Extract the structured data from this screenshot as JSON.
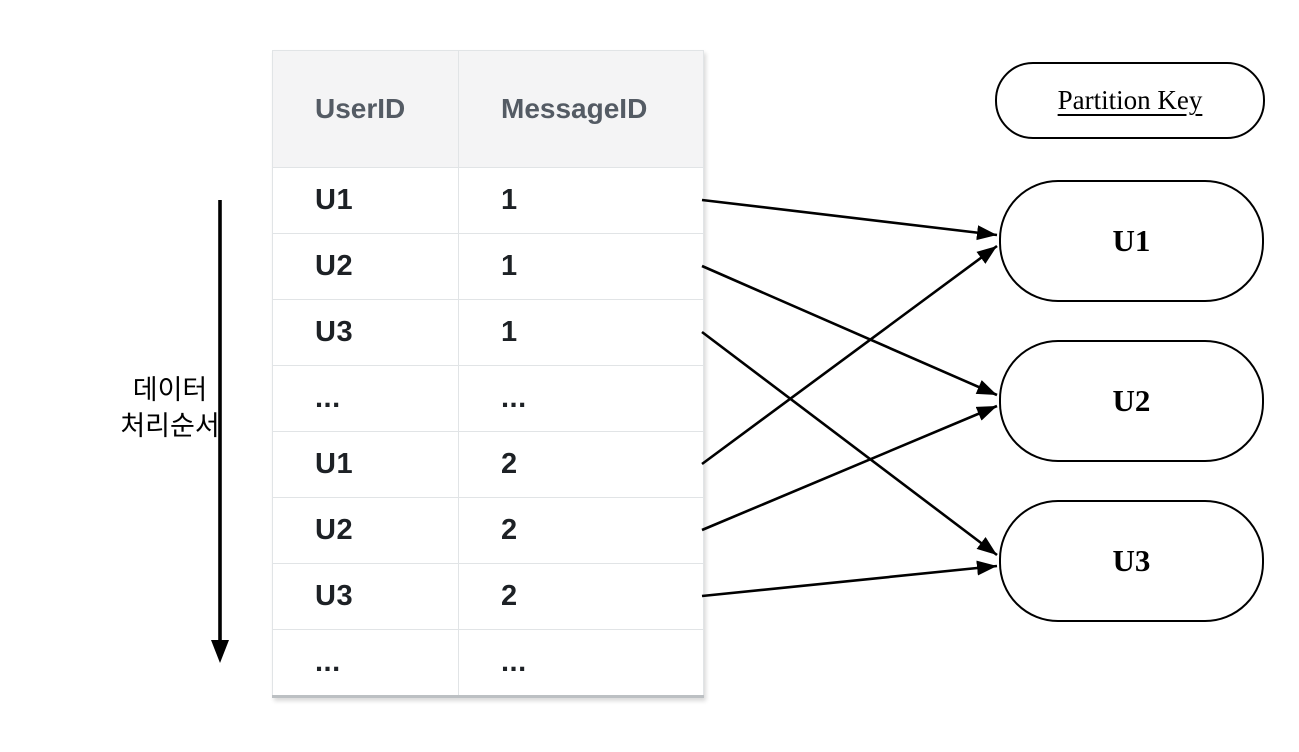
{
  "diagram": {
    "left_flow_label": {
      "line1": "데이터",
      "line2": "처리순서"
    },
    "table": {
      "columns": [
        "UserID",
        "MessageID"
      ],
      "rows": [
        [
          "U1",
          "1"
        ],
        [
          "U2",
          "1"
        ],
        [
          "U3",
          "1"
        ],
        [
          "...",
          "..."
        ],
        [
          "U1",
          "2"
        ],
        [
          "U2",
          "2"
        ],
        [
          "U3",
          "2"
        ],
        [
          "...",
          "..."
        ]
      ]
    },
    "partition_key_title": "Partition Key",
    "partitions": [
      {
        "label": "U1"
      },
      {
        "label": "U2"
      },
      {
        "label": "U3"
      }
    ],
    "connections": [
      {
        "row": 0,
        "partition": 0
      },
      {
        "row": 1,
        "partition": 1
      },
      {
        "row": 2,
        "partition": 2
      },
      {
        "row": 4,
        "partition": 0
      },
      {
        "row": 5,
        "partition": 1
      },
      {
        "row": 6,
        "partition": 2
      }
    ],
    "colors": {
      "arrow": "#000000",
      "header_bg": "#f4f4f5",
      "header_text": "#545b64",
      "cell_text": "#1d2125",
      "table_border": "#e1e4e6",
      "table_bottom_border": "#bcc0c3"
    }
  }
}
